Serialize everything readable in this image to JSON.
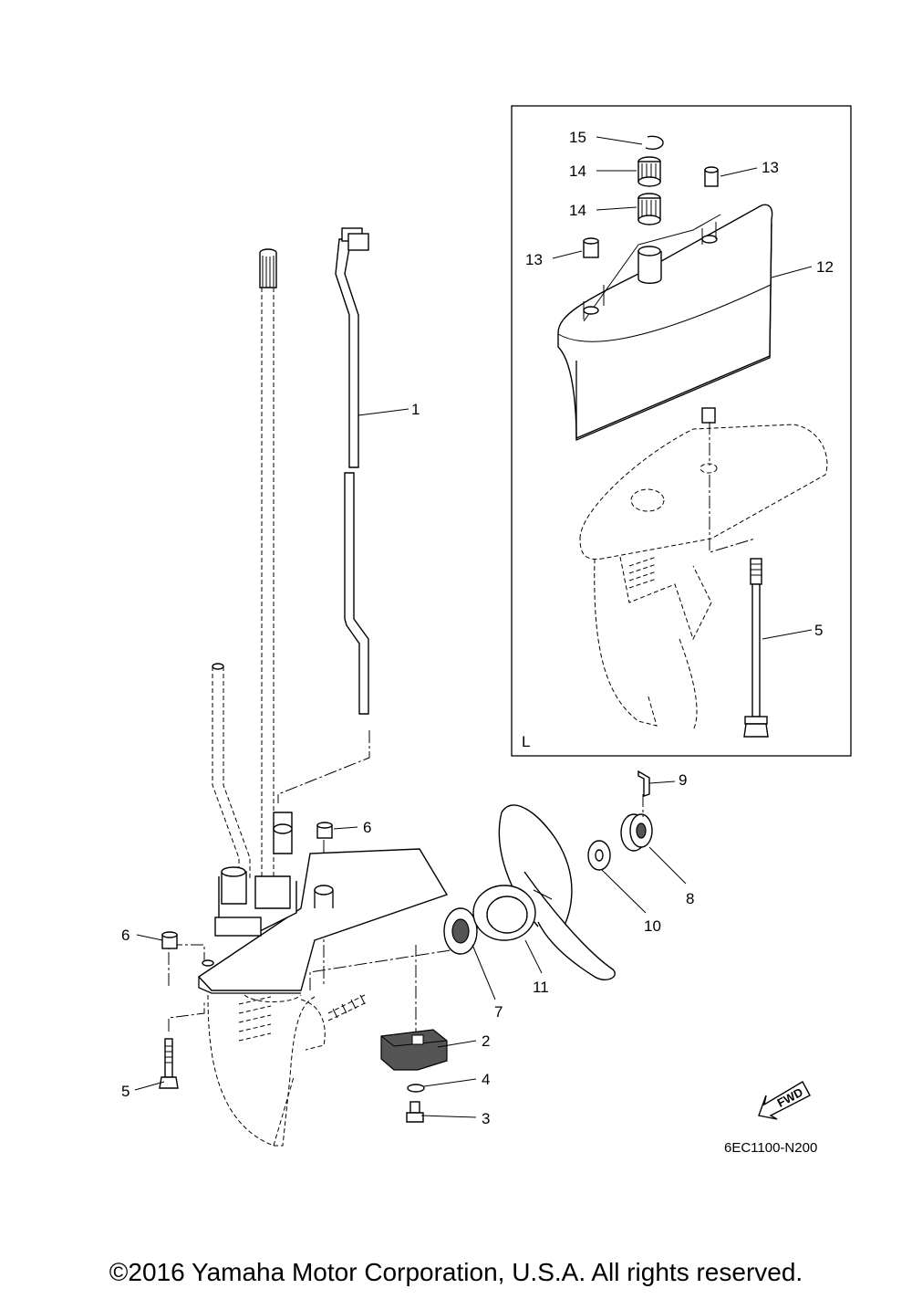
{
  "callouts": {
    "c1": "1",
    "c2": "2",
    "c3": "3",
    "c4": "4",
    "c5a": "5",
    "c5b": "5",
    "c6a": "6",
    "c6b": "6",
    "c7": "7",
    "c8": "8",
    "c9": "9",
    "c10": "10",
    "c11": "11",
    "c12": "12",
    "c13a": "13",
    "c13b": "13",
    "c14a": "14",
    "c14b": "14",
    "c15": "15"
  },
  "inset_label": "L",
  "fwd_label": "FWD",
  "diagram_code": "6EC1100-N200",
  "copyright": "©2016 Yamaha Motor Corporation, U.S.A. All rights reserved."
}
